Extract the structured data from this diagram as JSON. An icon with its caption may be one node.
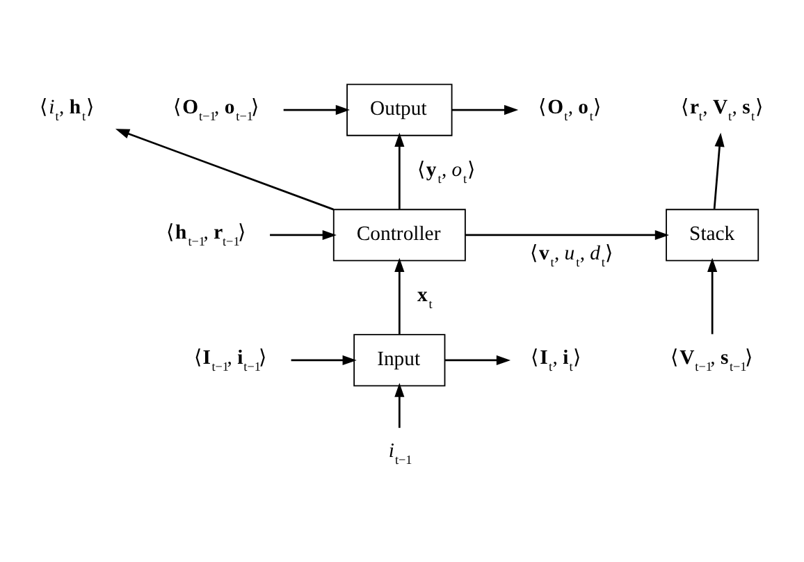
{
  "diagram": {
    "nodes": [
      {
        "text": [
          "Output"
        ]
      },
      {
        "text": [
          "Controller"
        ]
      },
      {
        "text": [
          "Input"
        ]
      },
      {
        "text": [
          "Stack"
        ]
      },
      {
        "text": [
          "⟨**O**$_{t−1}$, **o**$_{t−1}$⟩"
        ]
      },
      {
        "text": [
          "⟨**O**$_{t}$, **o**$_{t}$⟩"
        ]
      },
      {
        "text": [
          "⟨**r**$_{t}$, **V**$_{t}$, **s**$_{t}$⟩"
        ]
      },
      {
        "text": [
          "⟨*i*$_{t}$, **h**$_{t}$⟩"
        ]
      },
      {
        "text": [
          "⟨**h**$_{t−1}$, **r**$_{t−1}$⟩"
        ]
      },
      {
        "text": [
          "⟨**I**$_{t−1}$, **i**$_{t−1}$⟩"
        ]
      },
      {
        "text": [
          "⟨**I**$_{t}$, **i**$_{t}$⟩"
        ]
      },
      {
        "text": [
          "*i*$_{t−1}$"
        ]
      },
      {
        "text": [
          "⟨**V**$_{t−1}$, **s**$_{t−1}$⟩"
        ]
      }
    ],
    "edges": [
      {
        "from": 4,
        "to": 0,
        "arrow": "to"
      },
      {
        "from": 0,
        "to": 5,
        "arrow": "to"
      },
      {
        "from": 1,
        "to": 0,
        "arrow": "to",
        "label": "⟨**y**$_{t}$, *o*$_{t}$⟩"
      },
      {
        "from": 1,
        "to": 7,
        "arrow": "to"
      },
      {
        "from": 8,
        "to": 1,
        "arrow": "to"
      },
      {
        "from": 1,
        "to": 3,
        "arrow": "to",
        "label": "⟨**v**$_{t}$, *u*$_{t}$, *d*$_{t}$⟩"
      },
      {
        "from": 2,
        "to": 1,
        "arrow": "to",
        "label": "**x**$_{t}$"
      },
      {
        "from": 9,
        "to": 2,
        "arrow": "to"
      },
      {
        "from": 2,
        "to": 10,
        "arrow": "to"
      },
      {
        "from": 11,
        "to": 2,
        "arrow": "to"
      },
      {
        "from": 12,
        "to": 3,
        "arrow": "to"
      },
      {
        "from": 3,
        "to": 6,
        "arrow": "to"
      }
    ]
  }
}
